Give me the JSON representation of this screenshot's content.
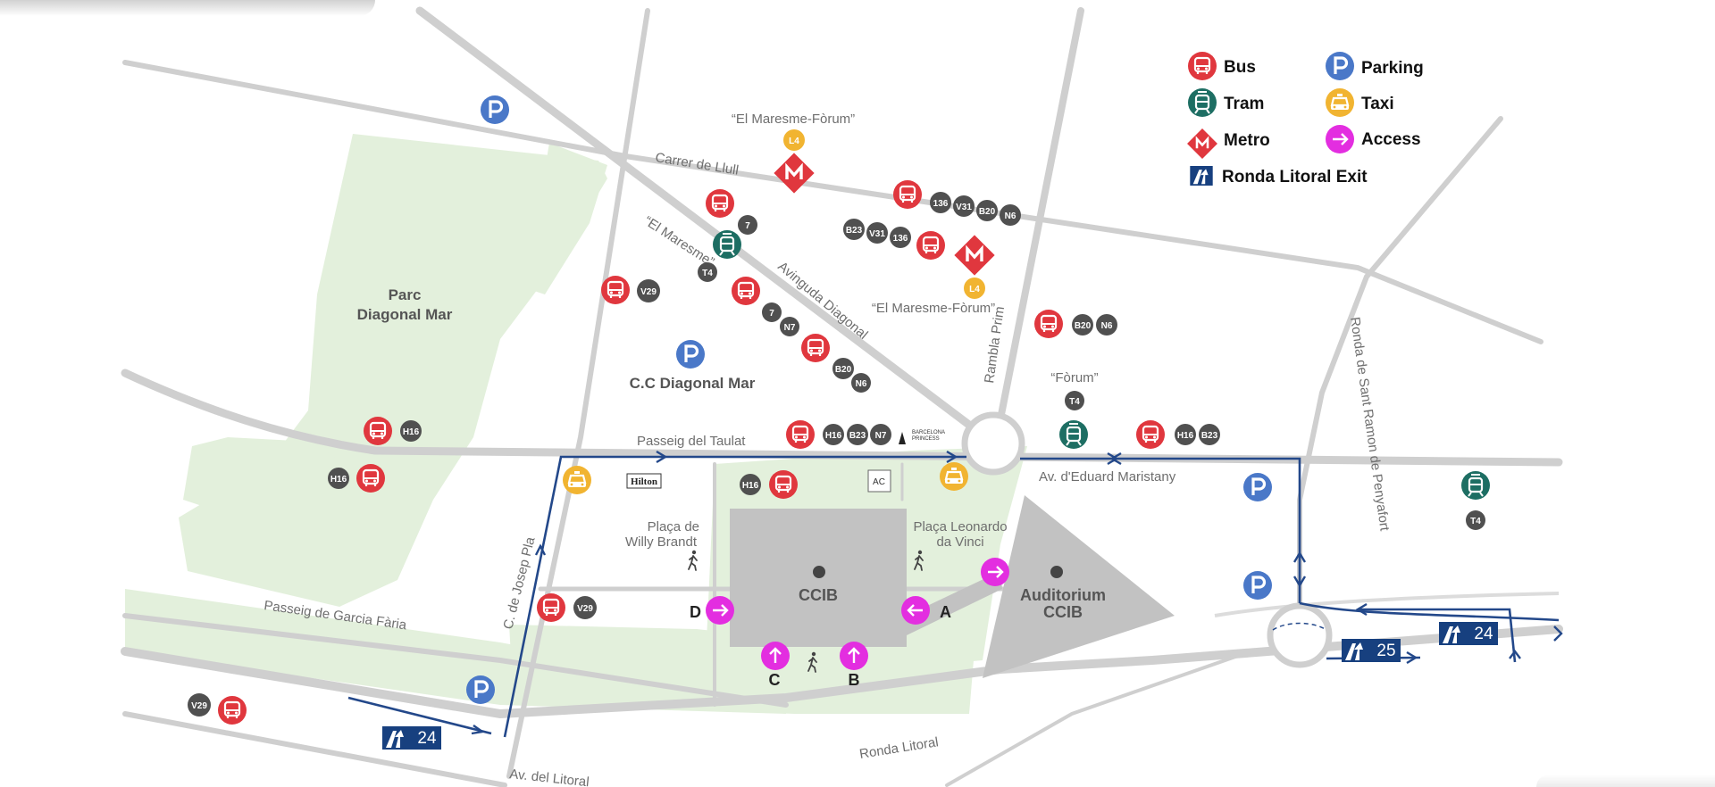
{
  "map": {
    "streets": {
      "carrer_llull": "Carrer de Llull",
      "avinguda_diagonal": "Avinguda Diagonal",
      "rambla_prim": "Rambla Prim",
      "passeig_taulat": "Passeig del Taulat",
      "eduard_maristany": "Av. d'Eduard Maristany",
      "ronda_sant_ramon": "Ronda de Sant Ramon de Penyafort",
      "josep_pla": "C. de Josep Pla",
      "garcia_faria": "Passeig de Garcia Fària",
      "ronda_litoral": "Ronda Litoral",
      "av_litoral": "Av. del Litoral"
    },
    "places": {
      "parc_line1": "Parc",
      "parc_line2": "Diagonal Mar",
      "cc_diagonal_mar": "C.C Diagonal Mar",
      "willy_line1": "Plaça de",
      "willy_line2": "Willy Brandt",
      "leonardo_line1": "Plaça Leonardo",
      "leonardo_line2": "da Vinci",
      "ccib": "CCIB",
      "auditorium_line1": "Auditorium",
      "auditorium_line2": "CCIB",
      "hilton": "Hilton",
      "ac_hotel": "AC",
      "princess_line1": "BARCELONA",
      "princess_line2": "PRINCESS"
    },
    "stops": {
      "maresme_forum_top": "“El Maresme-Fòrum”",
      "maresme_forum_right": "“El Maresme-Fòrum”",
      "el_maresme": "“El Maresme”",
      "forum": "“Fòrum”"
    },
    "access": {
      "a": "A",
      "b": "B",
      "c": "C",
      "d": "D"
    },
    "exits": {
      "exit_24_left": "24",
      "exit_24_right": "24",
      "exit_25": "25"
    },
    "lines": {
      "l4": "L4",
      "n7": "7",
      "t4": "T4",
      "v29": "V29",
      "h16": "H16",
      "b20": "B20",
      "b23": "B23",
      "n6": "N6",
      "nn7": "N7",
      "v31": "V31",
      "l136": "136"
    }
  },
  "legend": {
    "bus": "Bus",
    "tram": "Tram",
    "metro": "Metro",
    "parking": "Parking",
    "taxi": "Taxi",
    "access": "Access",
    "ronda_exit": "Ronda Litoral Exit"
  },
  "colors": {
    "bus": "#e0373e",
    "tram": "#1d6e63",
    "metro": "#e0373e",
    "parking": "#4a78c8",
    "taxi": "#f1b431",
    "access": "#e32ee0",
    "exit": "#17407f",
    "route": "#23488a",
    "park_green": "#e3f0dc",
    "road": "#cfcfcf",
    "building": "#c2c2c2",
    "line_chip": "#505050"
  },
  "icons": {
    "bus": "bus-icon",
    "tram": "tram-icon",
    "metro": "metro-icon",
    "parking": "parking-icon",
    "taxi": "taxi-icon",
    "access": "access-arrow-icon",
    "exit": "ronda-exit-icon",
    "pedestrian": "pedestrian-icon"
  }
}
